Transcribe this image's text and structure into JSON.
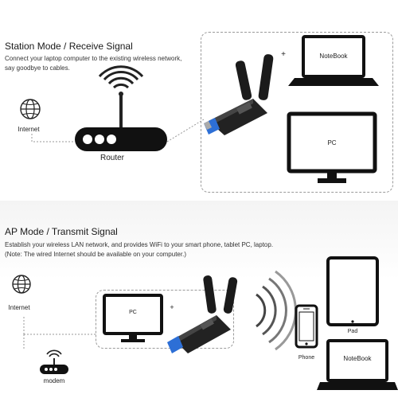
{
  "station": {
    "title": "Station Mode / Receive Signal",
    "desc_line1": "Connect your laptop computer to the existing wireless network,",
    "desc_line2": "say goodbye to cables.",
    "internet_label": "Internet",
    "router_label": "Router",
    "notebook_label": "NoteBook",
    "pc_label": "PC",
    "plus": "+"
  },
  "ap": {
    "title": "AP Mode / Transmit Signal",
    "desc_line1": "Establish your wireless LAN network, and provides WiFi to your smart phone, tablet PC, laptop.",
    "desc_line2": "(Note: The wired Internet should be available on your computer.)",
    "internet_label": "Internet",
    "modem_label": "modem",
    "pc_label": "PC",
    "plus": "+",
    "phone_label": "Phone",
    "pad_label": "Pad",
    "notebook_label": "NoteBook"
  }
}
